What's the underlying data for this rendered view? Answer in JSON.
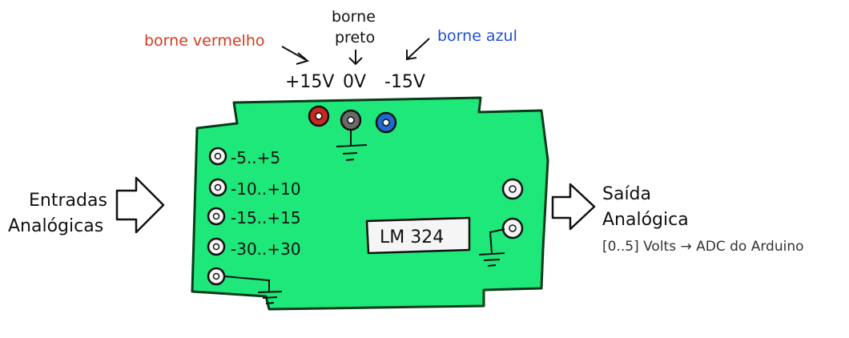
{
  "terminals": {
    "red_label": "borne vermelho",
    "black_label_line1": "borne",
    "black_label_line2": "preto",
    "blue_label": "borne azul",
    "red_voltage": "+15V",
    "black_voltage": "0V",
    "blue_voltage": "-15V",
    "colors": {
      "red": "#d43a1e",
      "black": "#111111",
      "blue": "#1f4fd6",
      "red_jack": "#c8281d",
      "gray_jack": "#6a6a6a",
      "blue_jack": "#1e6ad0"
    }
  },
  "inputs": {
    "title_line1": "Entradas",
    "title_line2": "Analógicas",
    "ranges": [
      "-5..+5",
      "-10..+10",
      "-15..+15",
      "-30..+30"
    ]
  },
  "chip": {
    "label": "LM 324"
  },
  "output": {
    "title_line1": "Saída",
    "title_line2": "Analógica",
    "note": "[0..5] Volts → ADC do Arduino"
  },
  "board": {
    "color": "#1ee87a"
  }
}
